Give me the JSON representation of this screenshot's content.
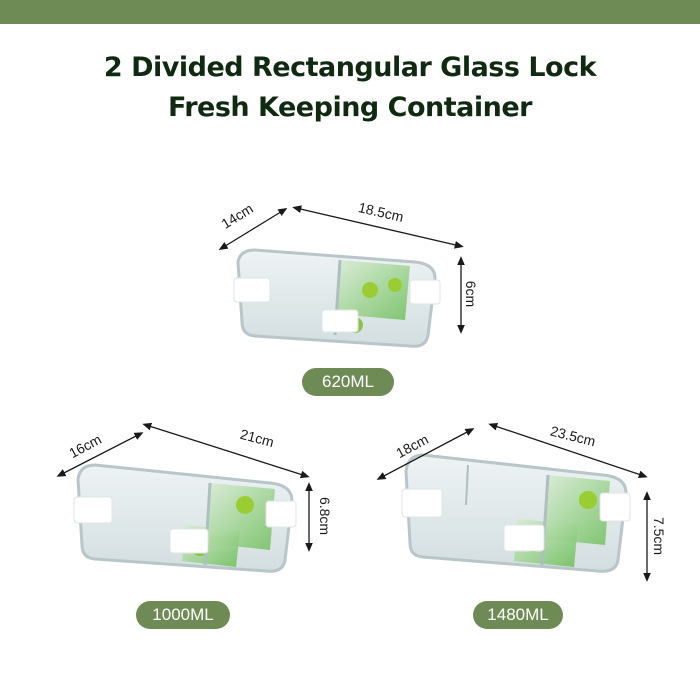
{
  "header": {
    "bar_color": "#6f8b55",
    "title_line1": "2 Divided Rectangular Glass Lock",
    "title_line2": "Fresh Keeping Container"
  },
  "products": [
    {
      "capacity": "620ML",
      "width": "14cm",
      "length": "18.5cm",
      "height": "6cm"
    },
    {
      "capacity": "1000ML",
      "width": "16cm",
      "length": "21cm",
      "height": "6.8cm"
    },
    {
      "capacity": "1480ML",
      "width": "18cm",
      "length": "23.5cm",
      "height": "7.5cm"
    }
  ],
  "colors": {
    "accent": "#6f8b55",
    "title": "#102a12",
    "badge_text": "#ffffff"
  }
}
